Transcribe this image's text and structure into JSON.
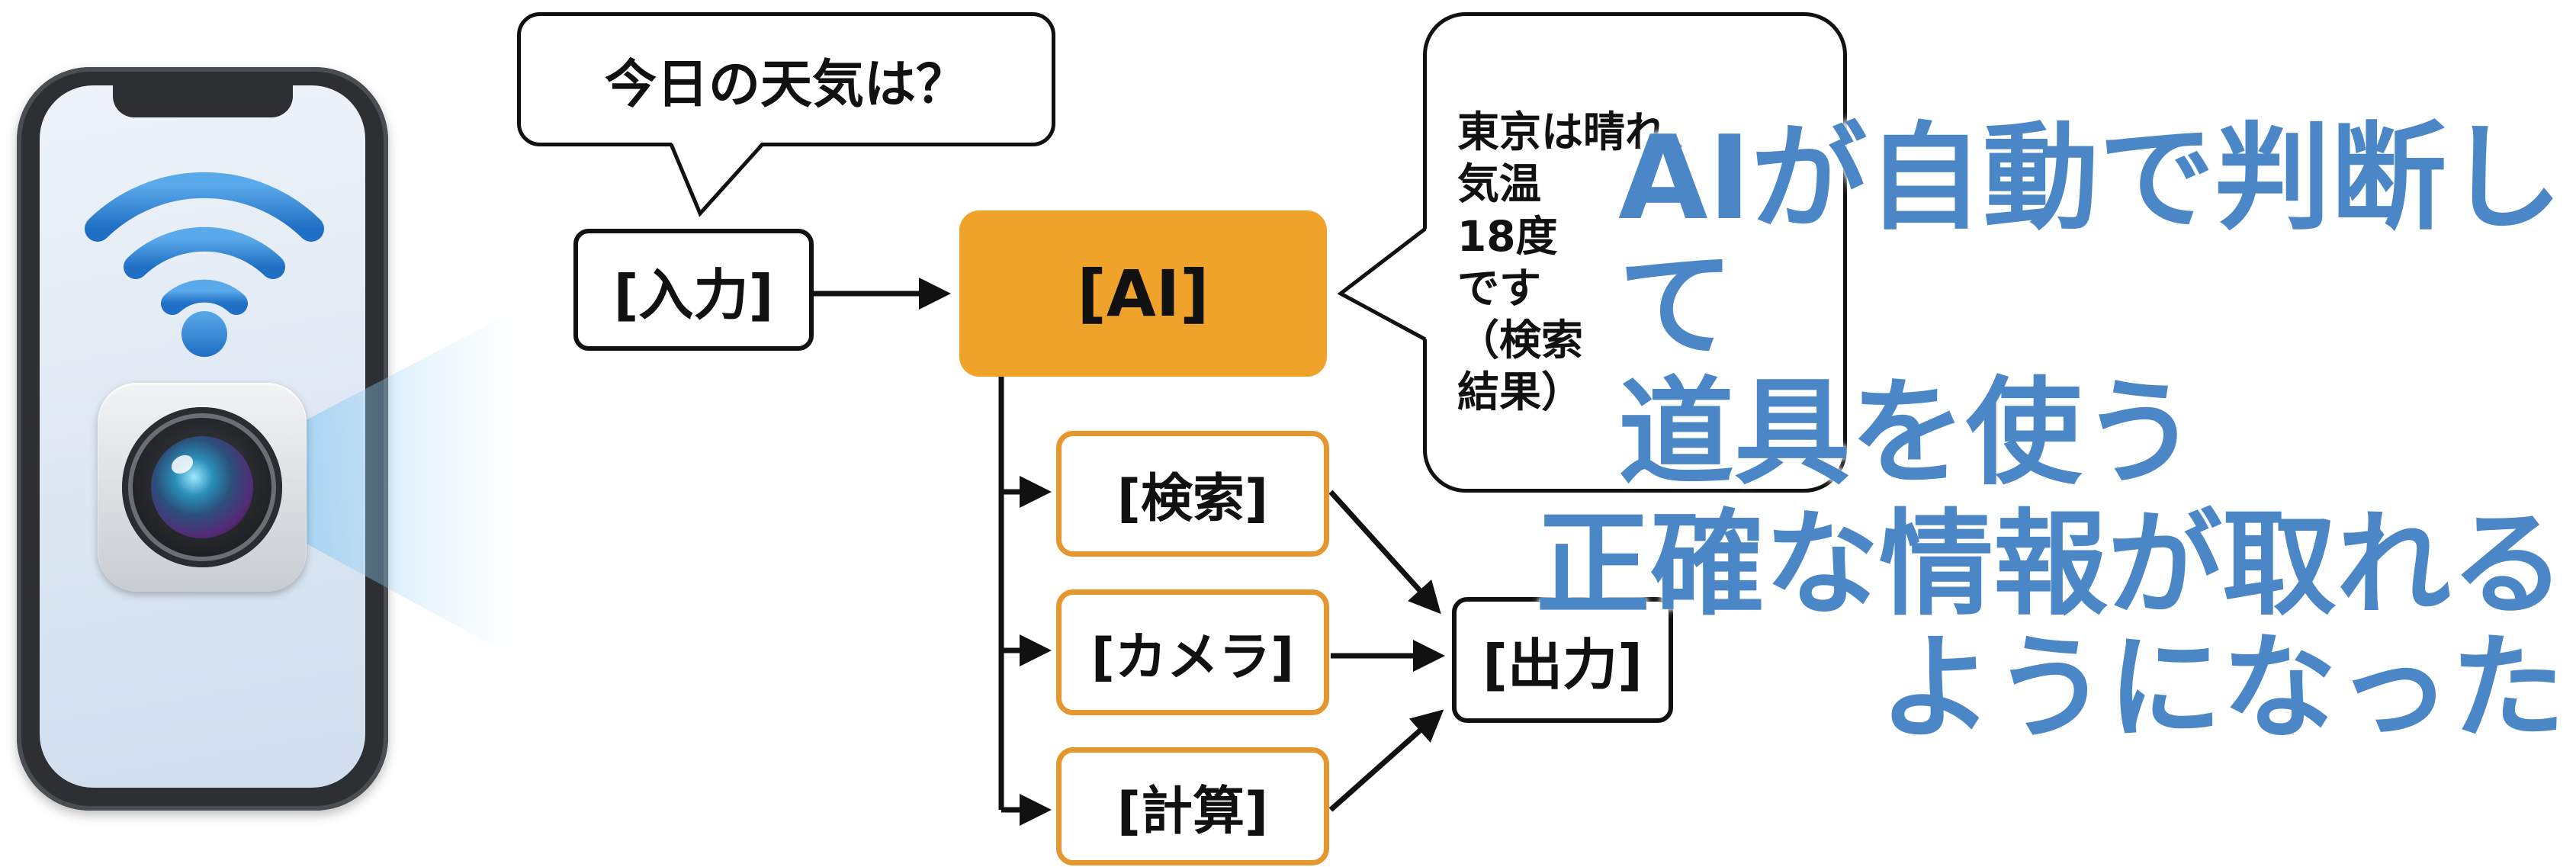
{
  "question_bubble": {
    "text": "今日の天気は？"
  },
  "answer_bubble": {
    "text": "東京は晴れ、\n気温\n18度\nです\n（検索\n結果）"
  },
  "flow": {
    "input_label": "[入力]",
    "ai_label": "[AI]",
    "tools": [
      {
        "label": "[検索]"
      },
      {
        "label": "[カメラ]"
      },
      {
        "label": "[計算]"
      }
    ],
    "output_label": "[出力]"
  },
  "captions": {
    "top": "AIが自動で判断して\n道具を使う",
    "bottom": "正確な情報が取れる\nようになった"
  },
  "colors": {
    "ai_fill": "#efa32b",
    "tool_border": "#e6962e",
    "caption": "#4b87c7",
    "wifi": "#2f7fd0"
  },
  "icons": [
    "wifi-icon",
    "camera-icon",
    "smartphone"
  ]
}
